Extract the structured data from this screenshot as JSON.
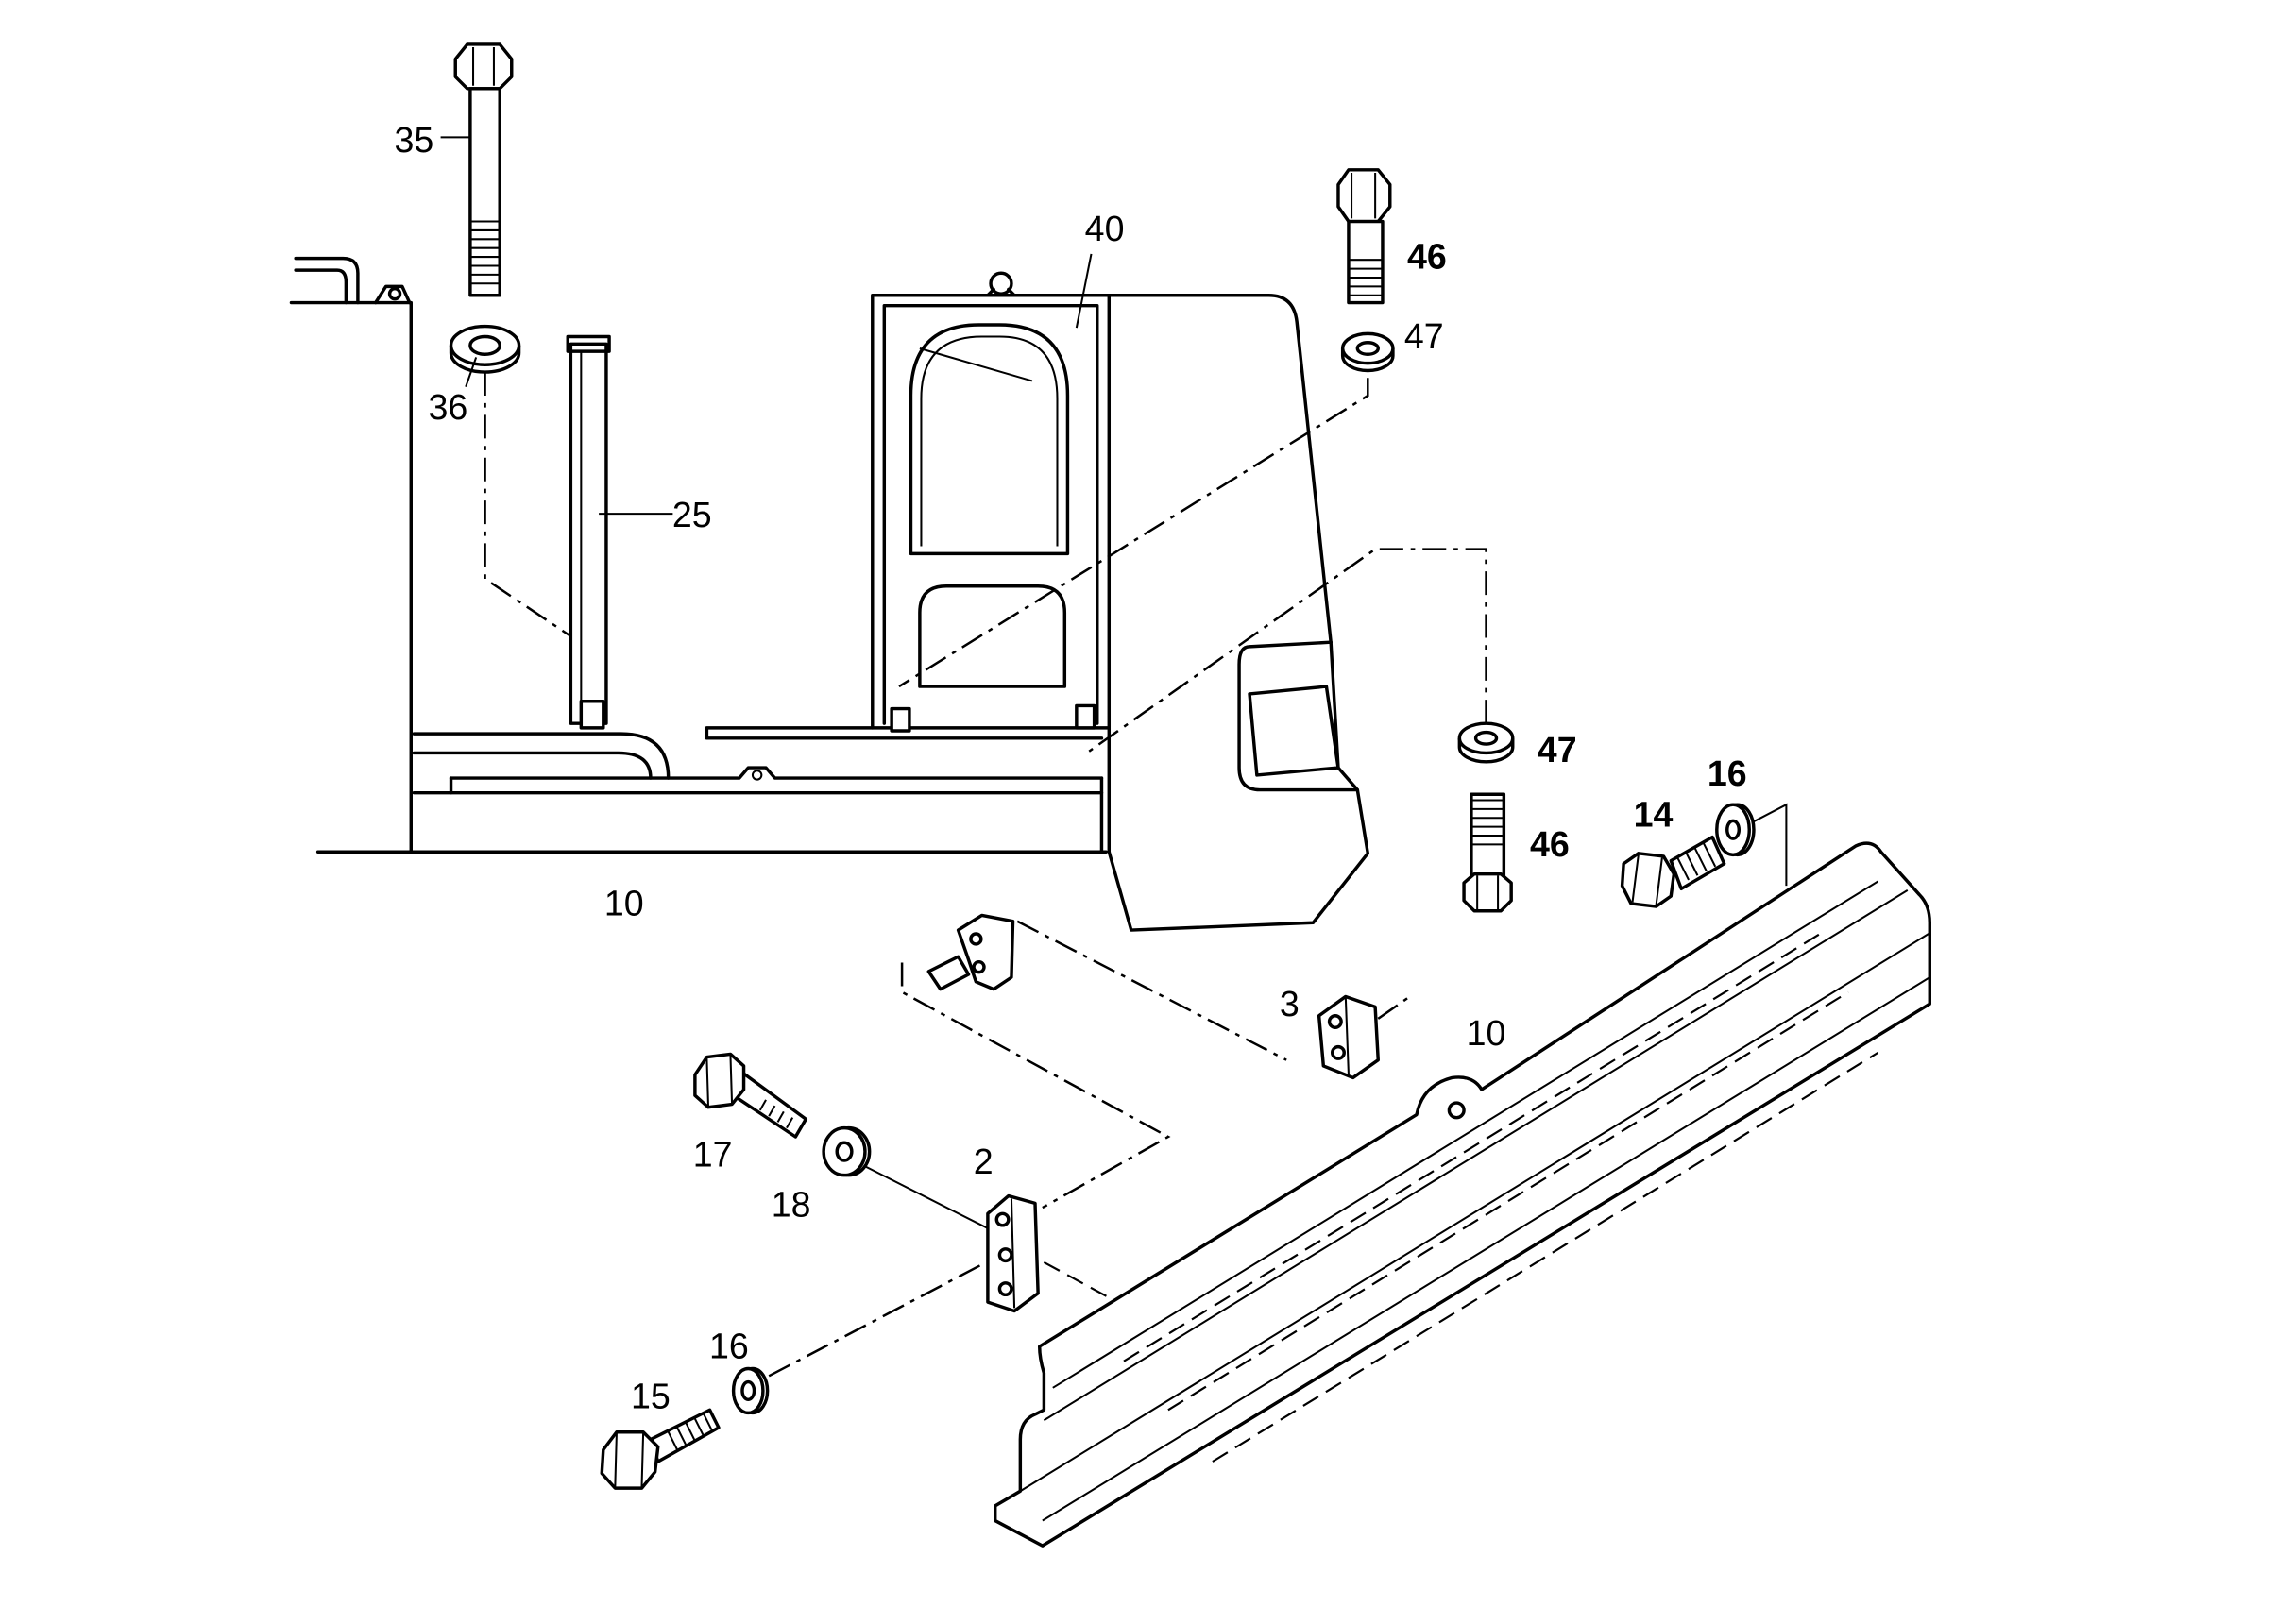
{
  "diagram": {
    "callouts": {
      "c35": "35",
      "c36": "36",
      "c25": "25",
      "c40": "40",
      "c46_upper": "46",
      "c47_upper": "47",
      "c10_frame": "10",
      "c47_lower": "47",
      "c46_lower": "46",
      "c14": "14",
      "c16_upper": "16",
      "c10_guard": "10",
      "c3": "3",
      "c2": "2",
      "c17": "17",
      "c18": "18",
      "c16_lower": "16",
      "c15": "15"
    }
  }
}
